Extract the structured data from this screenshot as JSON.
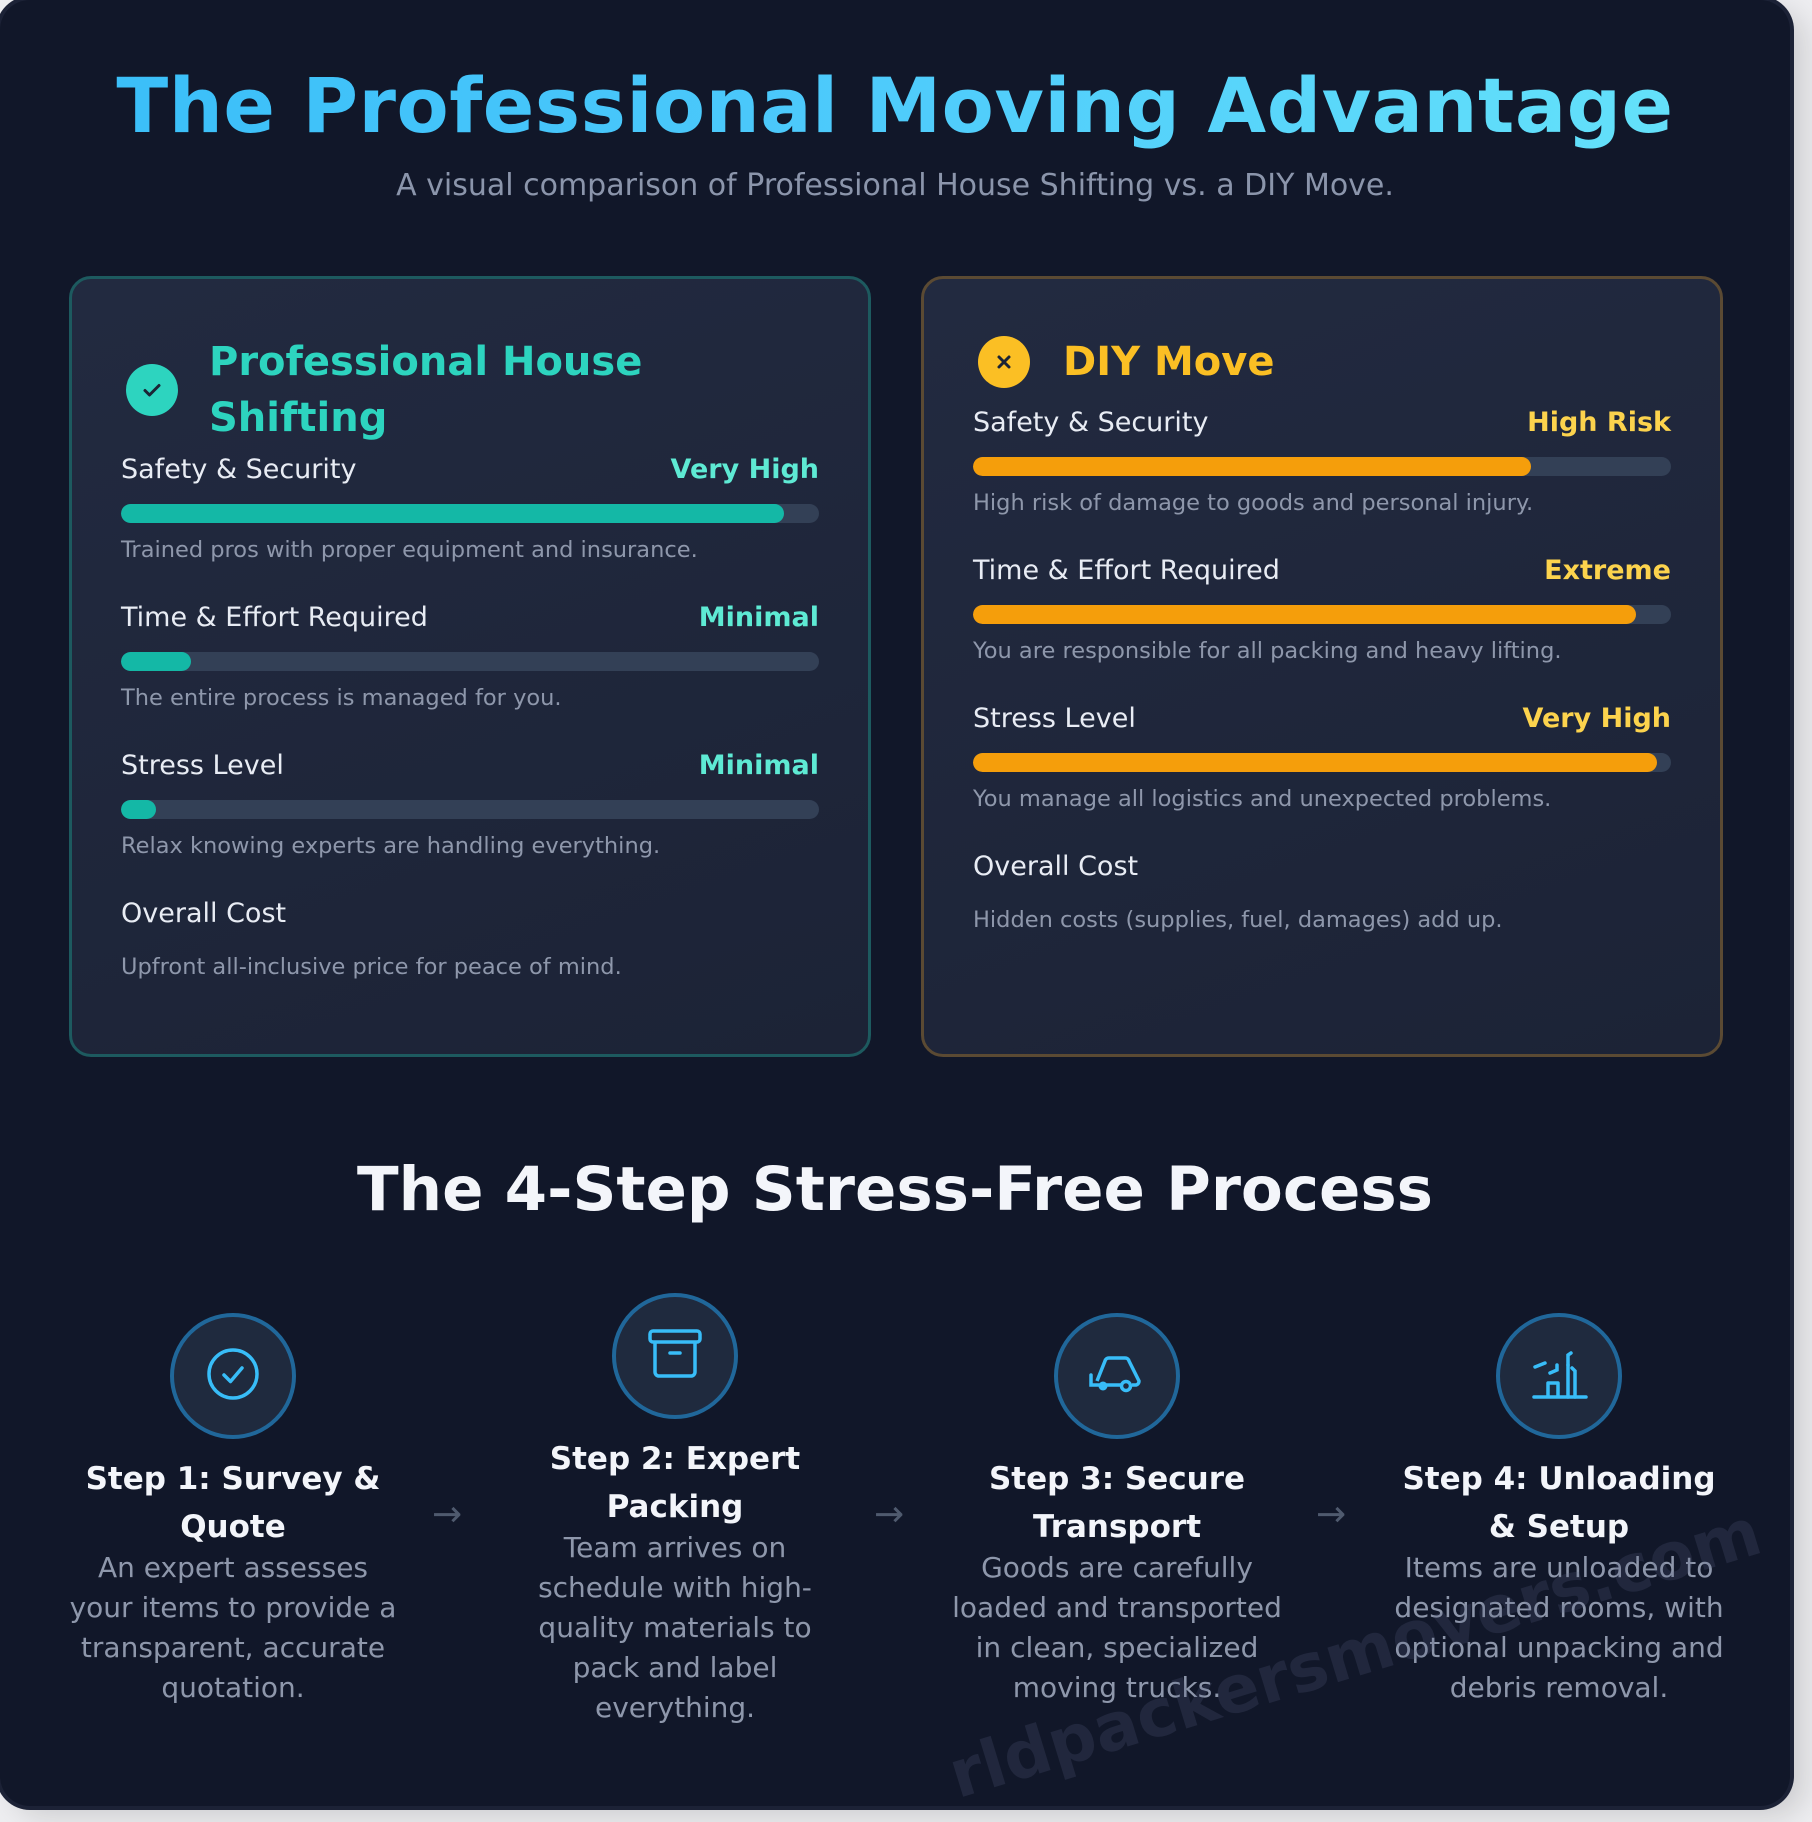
{
  "header": {
    "title": "The Professional Moving Advantage",
    "subtitle": "A visual comparison of Professional House Shifting vs. a DIY Move."
  },
  "colors": {
    "title_gradient": [
      "#38bdf8",
      "#67e4fa"
    ],
    "pro_accent": "#2dd4bf",
    "pro_bar": "#14b8a6",
    "diy_accent": "#fbbf24",
    "diy_bar": "#f59e0b",
    "panel_bg": "#111729",
    "card_bg": "#1f2639",
    "bar_track": "#334056"
  },
  "comparison": {
    "professional": {
      "icon": "check-circle-icon",
      "title": "Professional House Shifting",
      "metrics": [
        {
          "label": "Safety & Security",
          "value": "Very High",
          "percent": 95,
          "desc": "Trained pros with proper equipment and insurance."
        },
        {
          "label": "Time & Effort Required",
          "value": "Minimal",
          "percent": 10,
          "desc": "The entire process is managed for you."
        },
        {
          "label": "Stress Level",
          "value": "Minimal",
          "percent": 5,
          "desc": "Relax knowing experts are handling everything."
        },
        {
          "label": "Overall Cost",
          "desc": "Upfront all-inclusive price for peace of mind."
        }
      ]
    },
    "diy": {
      "icon": "x-circle-icon",
      "title": "DIY Move",
      "metrics": [
        {
          "label": "Safety & Security",
          "value": "High Risk",
          "percent": 80,
          "desc": "High risk of damage to goods and personal injury."
        },
        {
          "label": "Time & Effort Required",
          "value": "Extreme",
          "percent": 95,
          "desc": "You are responsible for all packing and heavy lifting."
        },
        {
          "label": "Stress Level",
          "value": "Very High",
          "percent": 98,
          "desc": "You manage all logistics and unexpected problems."
        },
        {
          "label": "Overall Cost",
          "desc": "Hidden costs (supplies, fuel, damages) add up."
        }
      ]
    }
  },
  "process": {
    "title": "The 4-Step Stress-Free Process",
    "arrow": "→",
    "steps": [
      {
        "icon": "check-circle-icon",
        "title": "Step 1: Survey & Quote",
        "desc": "An expert assesses your items to provide a transparent, accurate quotation."
      },
      {
        "icon": "archive-box-icon",
        "title": "Step 2: Expert Packing",
        "desc": "Team arrives on schedule with high-quality materials to pack and label everything."
      },
      {
        "icon": "truck-icon",
        "title": "Step 3: Secure Transport",
        "desc": "Goods are carefully loaded and transported in clean, specialized moving trucks."
      },
      {
        "icon": "home-setup-icon",
        "title": "Step 4: Unloading & Setup",
        "desc": "Items are unloaded to designated rooms, with optional unpacking and debris removal."
      }
    ]
  },
  "watermark": "rldpackersmovers.com"
}
